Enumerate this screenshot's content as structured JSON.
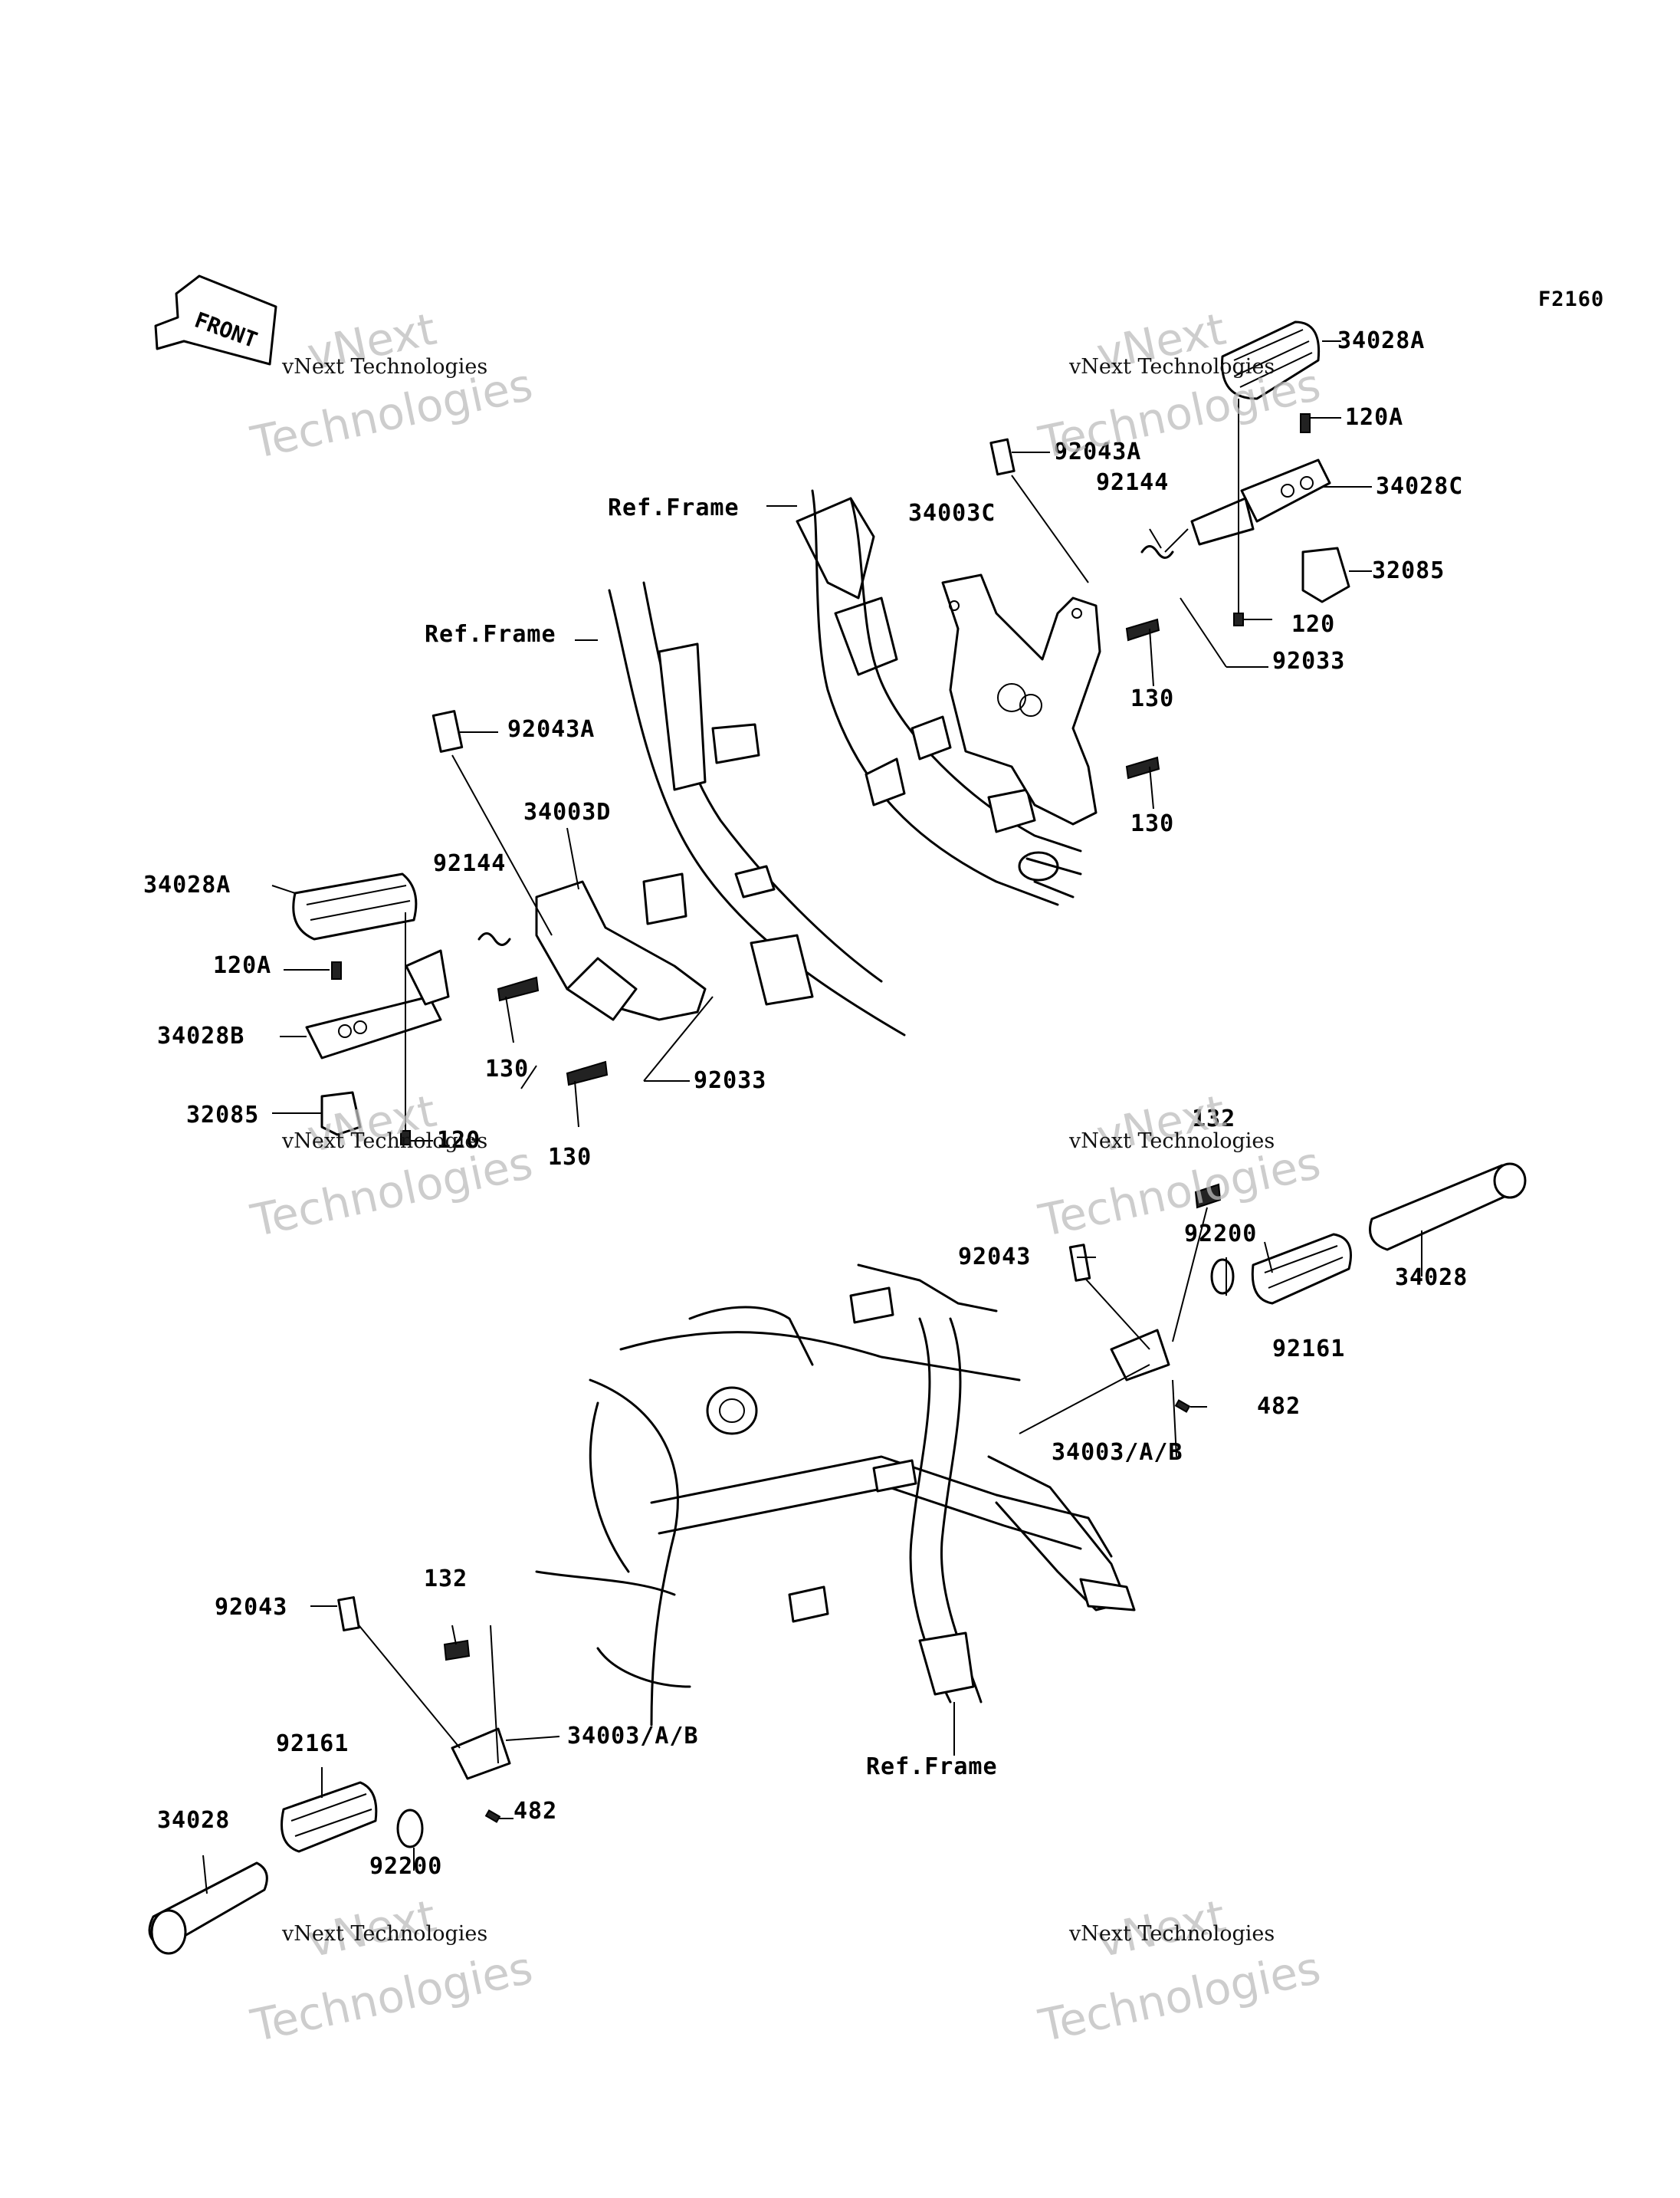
{
  "figure_code": "F2160",
  "front_label": "FRONT",
  "ref_frame": "Ref.Frame",
  "watermark": {
    "name": "vNext",
    "company": "vNext Technologies",
    "big": "Technologies"
  },
  "parts": {
    "p34028A_right": "34028A",
    "p120A_right": "120A",
    "p92043A_right": "92043A",
    "p92144_right": "92144",
    "p34028C": "34028C",
    "p34003C": "34003C",
    "p32085_right": "32085",
    "p120_right": "120",
    "p92033_right": "92033",
    "p130_a": "130",
    "p130_b": "130",
    "p92043A_left": "92043A",
    "p34003D": "34003D",
    "p92144_left": "92144",
    "p34028A_left": "34028A",
    "p120A_left": "120A",
    "p34028B": "34028B",
    "p32085_left": "32085",
    "p120_left": "120",
    "p130_c": "130",
    "p130_d": "130",
    "p92033_left": "92033",
    "p132_right": "132",
    "p92200_right": "92200",
    "p34028_right": "34028",
    "p92043_right": "92043",
    "p92161_right": "92161",
    "p482_right": "482",
    "p34003AB_right": "34003/A/B",
    "p92043_left": "92043",
    "p132_left": "132",
    "p34003AB_left": "34003/A/B",
    "p92161_left": "92161",
    "p482_left": "482",
    "p34028_left": "34028",
    "p92200_left": "92200"
  }
}
